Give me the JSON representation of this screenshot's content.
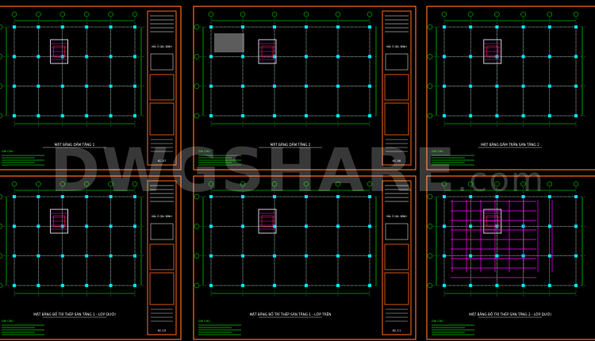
{
  "watermark": {
    "main": "DWGSHARE",
    "suffix": ".com"
  },
  "colors": {
    "background": "#000000",
    "sheet_border": "#ff6a1a",
    "grid_line": "#2a8c5a",
    "column": "#00e5ff",
    "beam": "#ffffff",
    "dimension": "#00ff00",
    "note_text": "#00ff00",
    "section_wall": "#ffffff",
    "rebar_magenta": "#ff00ff",
    "rebar_red": "#ff2020",
    "hatch": "#9a9a9a",
    "title_text": "#ffffff"
  },
  "sheets": [
    {
      "id": "s1",
      "plan_title": "MẶT BẰNG DẦM TẦNG 1",
      "block_label": "MÃ: Ô QN. ĐÌNH",
      "sheet_no": "KC-07",
      "has_notes": true,
      "notes_title": "GHI CHÚ"
    },
    {
      "id": "s2",
      "plan_title": "MẶT BẰNG DẦM TẦNG 2",
      "block_label": "MÃ: Ô QN. ĐÌNH",
      "sheet_no": "KC-08",
      "has_notes": true,
      "notes_title": "GHI CHÚ"
    },
    {
      "id": "s3",
      "plan_title": "MẶT BẰNG DẦM TRẦN SÀN TẦNG 2",
      "block_label": "",
      "sheet_no": "",
      "has_notes": true,
      "notes_title": "GHI CHÚ"
    },
    {
      "id": "s4",
      "plan_title": "MẶT BẰNG BỐ TRÍ THÉP SÀN TẦNG 1 - LỚP DƯỚI",
      "block_label": "MÃ: Ô QN. ĐÌNH",
      "sheet_no": "KC-10",
      "has_notes": true,
      "notes_title": "GHI CHÚ"
    },
    {
      "id": "s5",
      "plan_title": "MẶT BẰNG BỐ TRÍ THÉP SÀN TẦNG 1 - LỚP TRÊN",
      "block_label": "MÃ: Ô QN. ĐÌNH",
      "sheet_no": "KC-11",
      "has_notes": true,
      "notes_title": "GHI CHÚ"
    },
    {
      "id": "s6",
      "plan_title": "MẶT BẰNG BỐ TRÍ THÉP SÀN TẦNG 2 - LỚP DƯỚI",
      "block_label": "",
      "sheet_no": "",
      "has_notes": true,
      "notes_title": "GHI CHÚ"
    }
  ]
}
